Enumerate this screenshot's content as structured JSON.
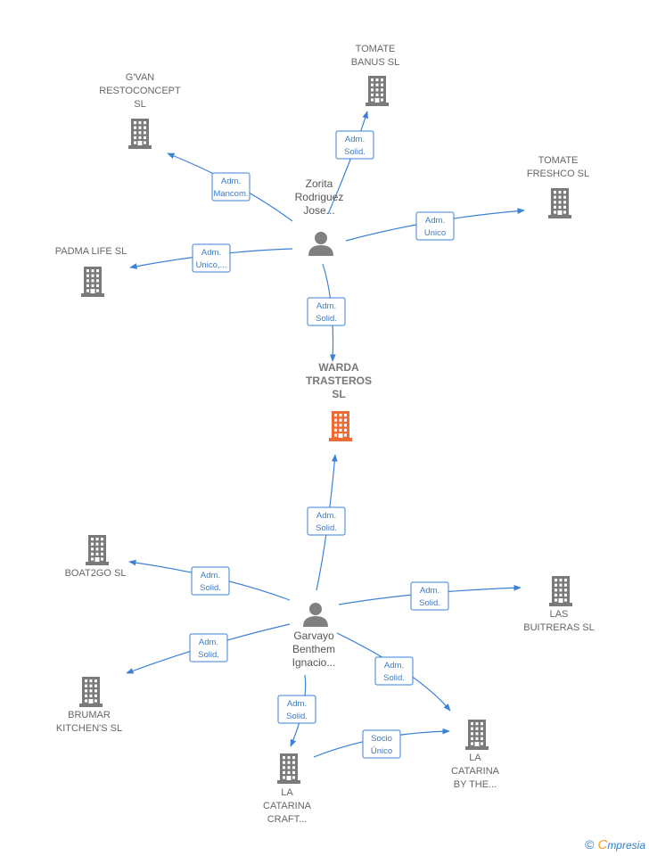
{
  "colors": {
    "edge": "#3b82d6",
    "building": "#7a7a7a",
    "focus_building": "#f06a35",
    "person": "#808080"
  },
  "nodes": {
    "gvan": {
      "lines": [
        "G'VAN",
        "RESTOCONCEPT",
        "SL"
      ],
      "icon": "building-icon"
    },
    "tomate_banus": {
      "lines": [
        "TOMATE",
        "BANUS  SL"
      ],
      "icon": "building-icon"
    },
    "tomate_freshco": {
      "lines": [
        "TOMATE",
        "FRESHCO  SL"
      ],
      "icon": "building-icon"
    },
    "padma": {
      "lines": [
        "PADMA LIFE SL"
      ],
      "icon": "building-icon"
    },
    "zorita": {
      "lines": [
        "Zorita",
        "Rodriguez",
        "Jose..."
      ],
      "icon": "person-icon"
    },
    "warda": {
      "lines": [
        "WARDA",
        "TRASTEROS",
        "SL"
      ],
      "icon": "building-icon",
      "focus": true
    },
    "boat2go": {
      "lines": [
        "BOAT2GO  SL"
      ],
      "icon": "building-icon"
    },
    "las_buitreras": {
      "lines": [
        "LAS",
        "BUITRERAS  SL"
      ],
      "icon": "building-icon"
    },
    "garvayo": {
      "lines": [
        "Garvayo",
        "Benthem",
        "Ignacio..."
      ],
      "icon": "person-icon"
    },
    "brumar": {
      "lines": [
        "BRUMAR",
        "KITCHEN'S  SL"
      ],
      "icon": "building-icon"
    },
    "catarina_craft": {
      "lines": [
        "LA",
        "CATARINA",
        "CRAFT..."
      ],
      "icon": "building-icon"
    },
    "catarina_by": {
      "lines": [
        "LA",
        "CATARINA",
        "BY THE..."
      ],
      "icon": "building-icon"
    }
  },
  "edges": [
    {
      "from": "zorita",
      "to": "gvan",
      "label": [
        "Adm.",
        "Mancom."
      ]
    },
    {
      "from": "zorita",
      "to": "tomate_banus",
      "label": [
        "Adm.",
        "Solid."
      ]
    },
    {
      "from": "zorita",
      "to": "tomate_freshco",
      "label": [
        "Adm.",
        "Unico"
      ]
    },
    {
      "from": "zorita",
      "to": "padma",
      "label": [
        "Adm.",
        "Unico,..."
      ]
    },
    {
      "from": "zorita",
      "to": "warda",
      "label": [
        "Adm.",
        "Solid."
      ]
    },
    {
      "from": "garvayo",
      "to": "warda",
      "label": [
        "Adm.",
        "Solid."
      ]
    },
    {
      "from": "garvayo",
      "to": "boat2go",
      "label": [
        "Adm.",
        "Solid."
      ]
    },
    {
      "from": "garvayo",
      "to": "las_buitreras",
      "label": [
        "Adm.",
        "Solid."
      ]
    },
    {
      "from": "garvayo",
      "to": "brumar",
      "label": [
        "Adm.",
        "Solid."
      ]
    },
    {
      "from": "garvayo",
      "to": "catarina_by",
      "label": [
        "Adm.",
        "Solid."
      ]
    },
    {
      "from": "garvayo",
      "to": "catarina_craft",
      "label": [
        "Adm.",
        "Solid."
      ]
    },
    {
      "from": "catarina_craft",
      "to": "catarina_by",
      "label": [
        "Socio",
        "Único"
      ]
    }
  ],
  "footer": {
    "copyright": "©",
    "brand_initial": "C",
    "brand_rest": "mpresia"
  }
}
